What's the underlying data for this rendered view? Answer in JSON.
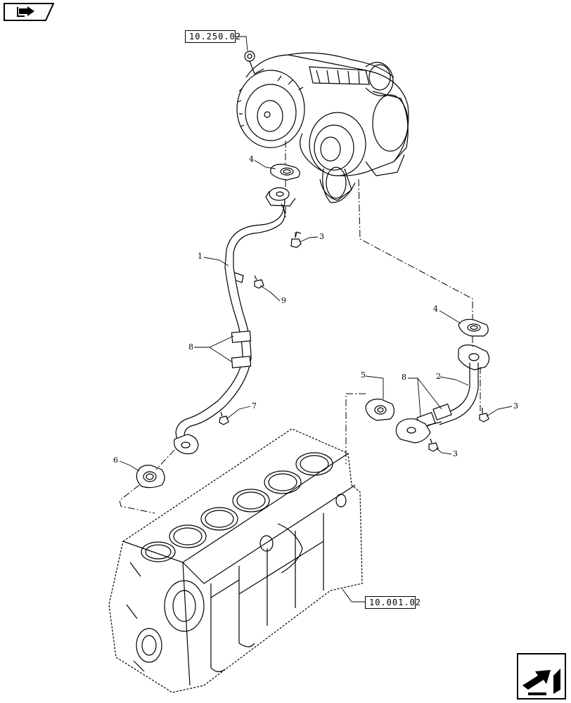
{
  "references": {
    "turbo_ref": "10.250.02",
    "block_ref": "10.001.02"
  },
  "callouts": {
    "c1": "1",
    "c2": "2",
    "c3a": "3",
    "c3b": "3",
    "c3c": "3",
    "c4a": "4",
    "c4b": "4",
    "c5": "5",
    "c6": "6",
    "c7": "7",
    "c8a": "8",
    "c8b": "8",
    "c9": "9"
  },
  "navigation": {
    "top_icon": "book-arrow-icon",
    "bottom_icon": "next-page-arrow-icon"
  }
}
